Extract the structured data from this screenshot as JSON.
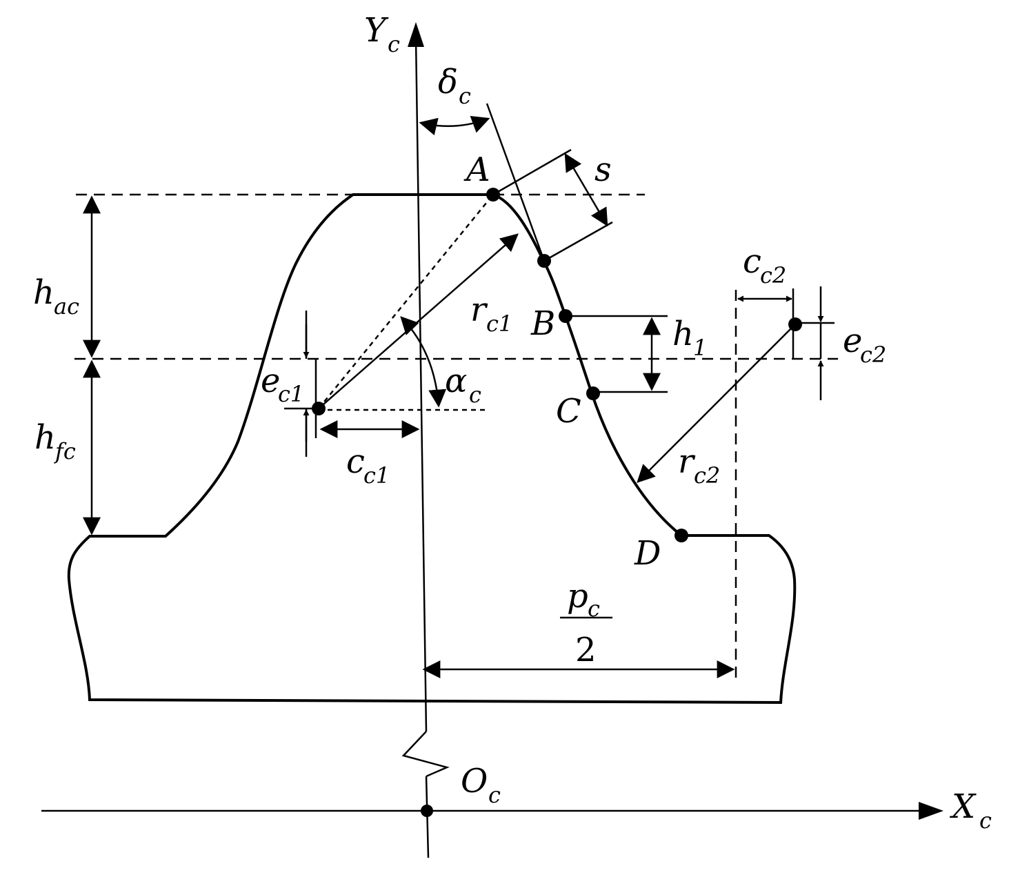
{
  "labels": {
    "y_axis": "Y",
    "y_axis_sub": "c",
    "x_axis": "X",
    "x_axis_sub": "c",
    "origin": "O",
    "origin_sub": "c",
    "delta": "δ",
    "delta_sub": "c",
    "s": "s",
    "point_a": "A",
    "point_b": "B",
    "point_c": "C",
    "point_d": "D",
    "h_ac": "h",
    "h_ac_sub": "ac",
    "h_fc": "h",
    "h_fc_sub": "fc",
    "r_c1": "r",
    "r_c1_sub": "c1",
    "r_c2": "r",
    "r_c2_sub": "c2",
    "h_1": "h",
    "h_1_sub": "1",
    "e_c1": "e",
    "e_c1_sub": "c1",
    "e_c2": "e",
    "e_c2_sub": "c2",
    "c_c1": "c",
    "c_c1_sub": "c1",
    "c_c2": "c",
    "c_c2_sub": "c2",
    "alpha": "α",
    "alpha_sub": "c",
    "pitch_num": "p",
    "pitch_num_sub": "c",
    "pitch_den": "2"
  },
  "colors": {
    "tooth_fill": "#f9e6bd",
    "stroke": "#000000"
  }
}
